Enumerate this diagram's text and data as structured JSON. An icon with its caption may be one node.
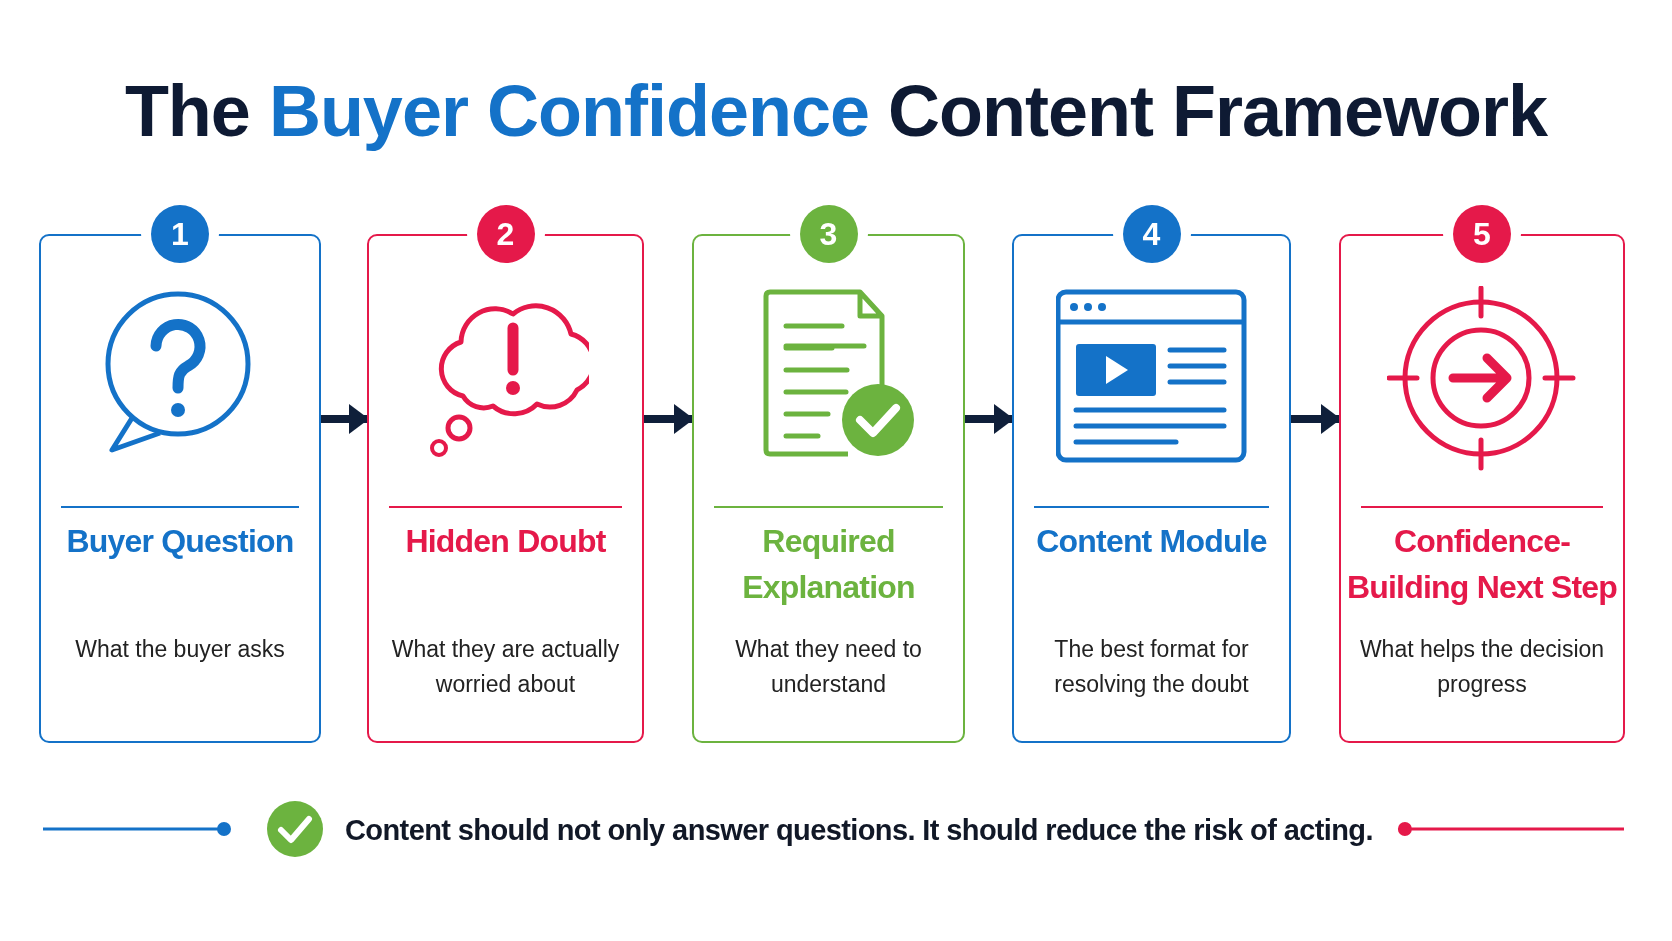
{
  "diagram": {
    "title": "The **Buyer Confidence** Content Framework",
    "nodes": [
      {
        "text": [
          "1",
          "Buyer Question",
          "What the buyer asks"
        ]
      },
      {
        "text": [
          "2",
          "Hidden Doubt",
          "What they are actually worried about"
        ]
      },
      {
        "text": [
          "3",
          "Required Explanation",
          "What they need to understand"
        ]
      },
      {
        "text": [
          "4",
          "Content Module",
          "The best format for resolving the doubt"
        ]
      },
      {
        "text": [
          "5",
          "Confidence-Building Next Step",
          "What helps the decision progress"
        ]
      }
    ],
    "edges": [
      {
        "from": 0,
        "to": 1,
        "arrow": "to"
      },
      {
        "from": 1,
        "to": 2,
        "arrow": "to"
      },
      {
        "from": 2,
        "to": 3,
        "arrow": "to"
      },
      {
        "from": 3,
        "to": 4,
        "arrow": "to"
      }
    ],
    "labels": [
      "Content should not only answer questions. It should reduce the risk of acting."
    ]
  }
}
